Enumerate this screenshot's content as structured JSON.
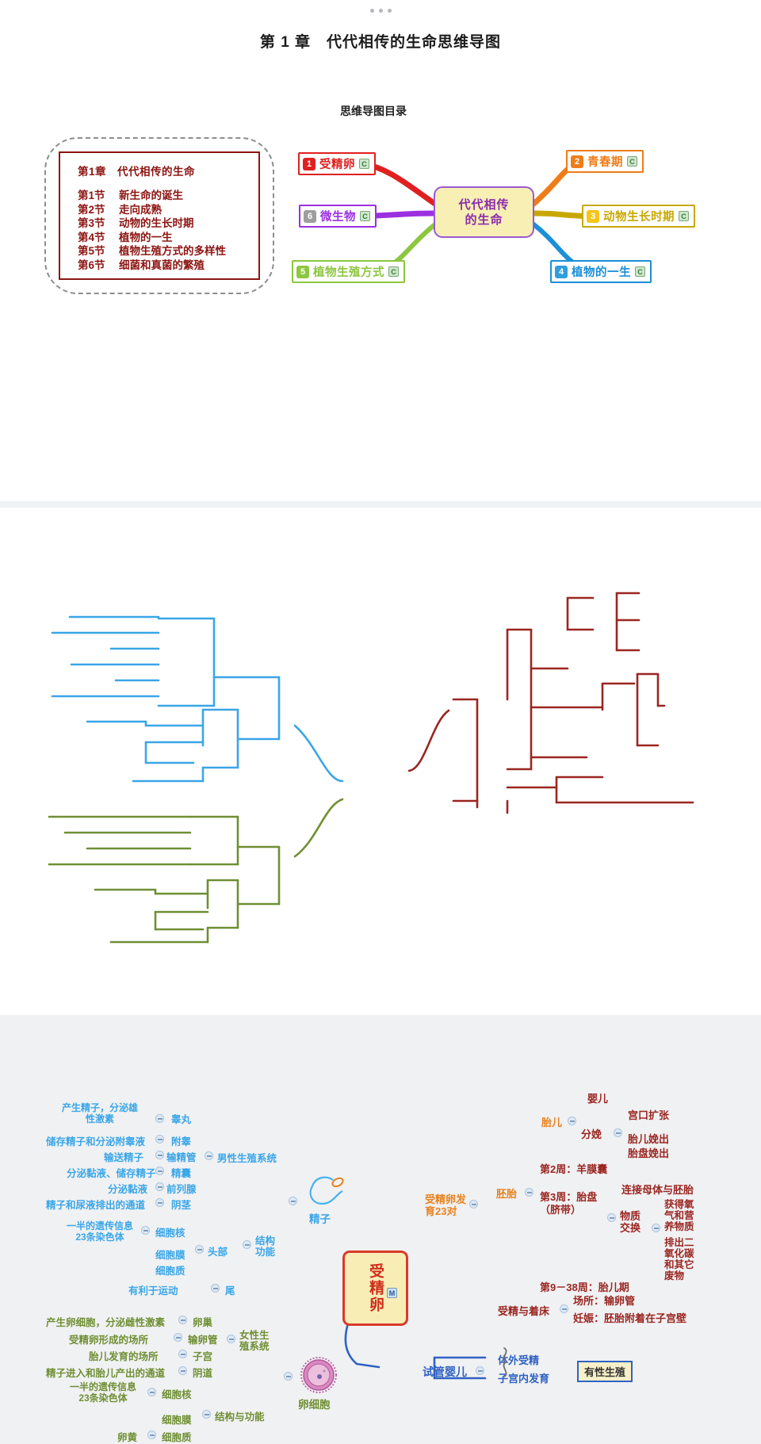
{
  "header": {
    "dots": 3,
    "title": "第 1 章　代代相传的生命思维导图",
    "subtitle": "思维导图目录"
  },
  "toc": {
    "chapter_no": "第1章",
    "chapter_name": "代代相传的生命",
    "sections": [
      {
        "no": "第1节",
        "name": "新生命的诞生"
      },
      {
        "no": "第2节",
        "name": "走向成熟"
      },
      {
        "no": "第3节",
        "name": "动物的生长时期"
      },
      {
        "no": "第4节",
        "name": "植物的一生"
      },
      {
        "no": "第5节",
        "name": "植物生殖方式的多样性"
      },
      {
        "no": "第6节",
        "name": "细菌和真菌的繁殖"
      }
    ],
    "border_color": "#8c1512"
  },
  "overview_map": {
    "center": "代代相传\n的生命",
    "center_bg": "#f7efb4",
    "center_border": "#9b59d0",
    "center_text_color": "#8d2bb0",
    "nodes": [
      {
        "num": "1",
        "label": "受精卵",
        "badge": "C",
        "color": "#e02020",
        "badge_bg": "#e02020"
      },
      {
        "num": "2",
        "label": "青春期",
        "badge": "C",
        "color": "#f07c18",
        "badge_bg": "#f07c18"
      },
      {
        "num": "3",
        "label": "动物生长时期",
        "badge": "C",
        "color": "#c8a800",
        "badge_bg": "#f5c518"
      },
      {
        "num": "4",
        "label": "植物的一生",
        "badge": "C",
        "color": "#1b8fd8",
        "badge_bg": "#2f9ede"
      },
      {
        "num": "5",
        "label": "植物生殖方式",
        "badge": "C",
        "color": "#8dc63f",
        "badge_bg": "#8dc63f"
      },
      {
        "num": "6",
        "label": "微生物",
        "badge": "C",
        "color": "#9b30e0",
        "badge_bg": "#9e9e9e"
      }
    ]
  },
  "detail_map": {
    "center": "受精卵",
    "center_badge": "M",
    "male": {
      "branch": "男性生殖系统",
      "pic_label": "精子",
      "structure": "结构\n功能",
      "organs": [
        {
          "func": "产生精子，分泌雄\n性激素",
          "name": "睾丸"
        },
        {
          "func": "储存精子和分泌附睾液",
          "name": "附睾"
        },
        {
          "func": "输送精子",
          "name": "输精管"
        },
        {
          "func": "分泌黏液、储存精子",
          "name": "精囊"
        },
        {
          "func": "分泌黏液",
          "name": "前列腺"
        },
        {
          "func": "精子和尿液排出的通道",
          "name": "阴茎"
        }
      ],
      "head": "头部",
      "tail": "尾",
      "head_parts": [
        {
          "func": "一半的遗传信息\n23条染色体",
          "name": "细胞核"
        },
        {
          "func": "",
          "name": "细胞膜"
        },
        {
          "func": "",
          "name": "细胞质"
        }
      ],
      "tail_func": "有利于运动"
    },
    "female": {
      "branch": "女性生\n殖系统",
      "pic_label": "卵细胞",
      "structure": "结构与功能",
      "organs": [
        {
          "func": "产生卵细胞，分泌雌性激素",
          "name": "卵巢"
        },
        {
          "func": "受精卵形成的场所",
          "name": "输卵管"
        },
        {
          "func": "胎儿发育的场所",
          "name": "子宫"
        },
        {
          "func": "精子进入和胎儿产出的通道",
          "name": "阴道"
        }
      ],
      "parts": [
        {
          "func": "一半的遗传信息\n23条染色体",
          "name": "细胞核"
        },
        {
          "func": "",
          "name": "细胞膜"
        },
        {
          "func": "卵黄",
          "name": "细胞质"
        }
      ]
    },
    "development": {
      "root": "受精卵发\n育23对",
      "embryo": "胚胎",
      "fetus": "胎儿",
      "baby": "婴儿",
      "birth": "分娩",
      "birth_steps": [
        "宫口扩张",
        "胎儿娩出",
        "胎盘娩出"
      ],
      "week2": "第2周：羊膜囊",
      "week3": "第3周：胎盘\n（脐带）",
      "week3_link": "连接母体与胚胎",
      "exchange": "物质\n交换",
      "exchange_items": [
        "获得氧\n气和营\n养物质",
        "排出二\n氧化碳\n和其它\n废物"
      ],
      "week9": "第9－38周：胎儿期",
      "implant": "受精与着床",
      "implant_items": [
        "场所：输卵管",
        "妊娠：胚胎附着在子宫壁"
      ]
    },
    "ivf": {
      "label": "试管婴儿",
      "items": [
        "体外受精",
        "子宫内发育"
      ],
      "result": "有性生殖"
    },
    "colors": {
      "blue": "#3aa6e8",
      "green": "#6f8f33",
      "dark_red": "#9b2621",
      "orange": "#e8821e",
      "center_bg": "#f9edb6",
      "center_border": "#d93a2b"
    }
  }
}
